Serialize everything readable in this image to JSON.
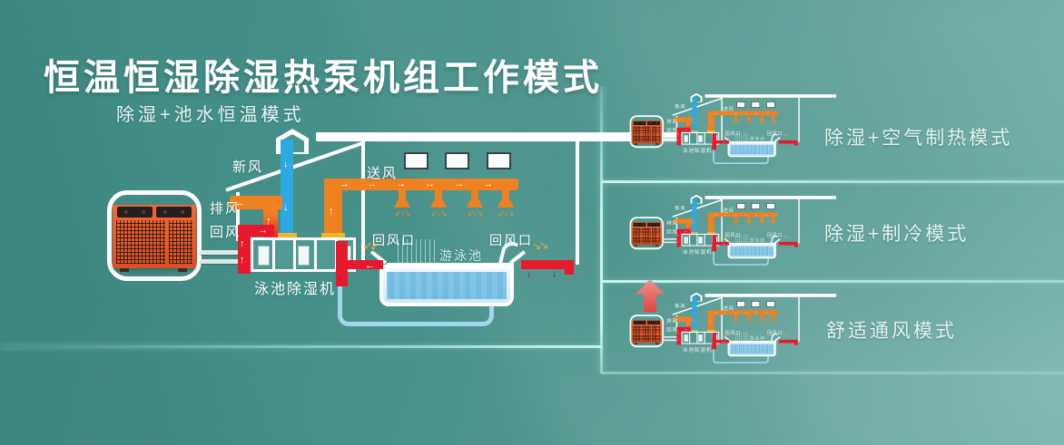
{
  "page": {
    "title": "恒温恒湿除湿热泵机组工作模式"
  },
  "left_section": {
    "mode_title": "除湿+池水恒温模式"
  },
  "diagram_labels": {
    "fresh_air": "新风",
    "exhaust_air": "排风",
    "return_air": "回风",
    "supply_air": "送风",
    "return_outlet_left": "回风口",
    "return_outlet_right": "回风口",
    "pool": "游泳池",
    "dehumidifier": "泳池除湿机"
  },
  "icons": {
    "arrow_right": "→",
    "arrow_left": "←",
    "arrow_up": "↑",
    "arrow_down": "↓",
    "diffuser_spray": "↙↓↘",
    "vent_flow_left": "↙↙",
    "vent_flow_right": "↘↘",
    "loop_flow": "←"
  },
  "right_section": {
    "modes": [
      {
        "label": "除湿+空气制热模式"
      },
      {
        "label": "除湿+制冷模式"
      },
      {
        "label": "舒适通风模式"
      }
    ]
  },
  "colors": {
    "background_dark": "#3f8b84",
    "background_light": "#6fb0a8",
    "divider_cyan": "#cdfaf3",
    "duct_orange": "#f08121",
    "duct_blue": "#2ba9e1",
    "duct_red": "#e8192c",
    "connector_yellow": "#f0b52e",
    "pool_water_blue": "#cfeaf6",
    "water_pipe_blue": "#a3d5ef",
    "unit_orange": "#e4552a",
    "text_white": "#ffffff"
  }
}
